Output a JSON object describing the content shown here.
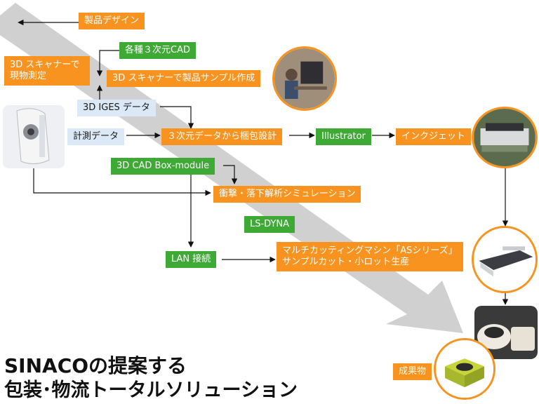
{
  "boxes": {
    "product_design": "製品デザイン",
    "cad_types": "各種３次元CAD",
    "scanner_measure": [
      "3D スキャナーで",
      "現物測定"
    ],
    "scanner_sample": "3D スキャナーで製品サンプル作成",
    "iges": "3D IGES データ",
    "measurement": "計測データ",
    "packaging_design": "３次元データから梱包設計",
    "illustrator": "Illustrator",
    "inkjet": "インクジェット",
    "box_module": "3D CAD Box-module",
    "impact_sim": "衝撃・落下解析シミュレーション",
    "lsdyna": "LS-DYNA",
    "lan": "LAN 接続",
    "multi_cutting": [
      "マルチカッティングマシン「ASシリーズ」",
      "サンプルカット・小ロット生産"
    ],
    "result": "成果物"
  },
  "headline": {
    "line1": "SINACOの提案する",
    "line2": "包装･物流トータルソリューション"
  },
  "colors": {
    "orange": "#f7931e",
    "green": "#3ea935",
    "light_blue": "#dbe8f6",
    "big_arrow": "#c8c8c8"
  },
  "photos": {
    "scanner_device": "handheld-3d-scanner",
    "office_worker": "person-at-computer",
    "inkjet_printer": "inkjet-printer-machine",
    "cutting_machine": "flatbed-cutting-machine",
    "product_boxes": "white-boxes",
    "result_box": "yellow-green-box"
  }
}
